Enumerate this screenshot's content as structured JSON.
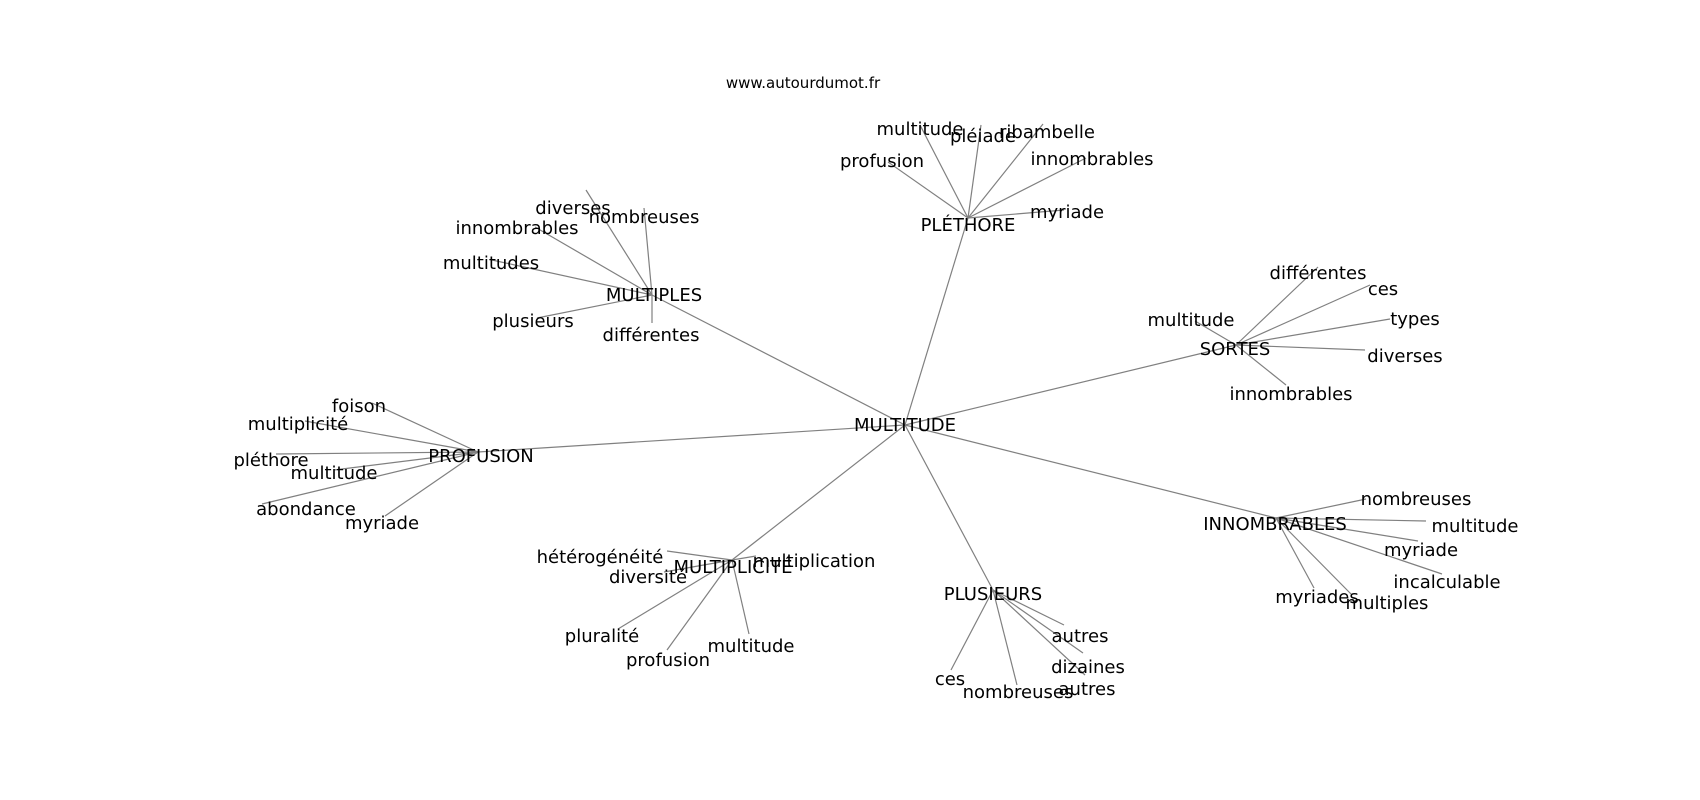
{
  "source": "www.autourdumot.fr",
  "center": "MULTITUDE",
  "clusters": [
    {
      "label": "PLÉTHORE",
      "words": [
        "multitude",
        "pléiade",
        "ribambelle",
        "profusion",
        "innombrables",
        "myriade"
      ]
    },
    {
      "label": "MULTIPLES",
      "words": [
        "diverses",
        "nombreuses",
        "innombrables",
        "multitudes",
        "plusieurs",
        "différentes"
      ]
    },
    {
      "label": "SORTES",
      "words": [
        "différentes",
        "ces",
        "multitude",
        "types",
        "diverses",
        "innombrables"
      ]
    },
    {
      "label": "PROFUSION",
      "words": [
        "foison",
        "multiplicité",
        "pléthore",
        "multitude",
        "abondance",
        "myriade"
      ]
    },
    {
      "label": "MULTIPLICITÉ",
      "words": [
        "hétérogénéité",
        "multiplication",
        "diversité",
        "pluralité",
        "profusion",
        "multitude"
      ]
    },
    {
      "label": "PLUSIEURS",
      "words": [
        "autres",
        "dizaines",
        "ces",
        "nombreuses",
        "autres"
      ]
    },
    {
      "label": "INNOMBRABLES",
      "words": [
        "nombreuses",
        "multitude",
        "myriade",
        "incalculable",
        "myriades",
        "multiples"
      ]
    }
  ]
}
